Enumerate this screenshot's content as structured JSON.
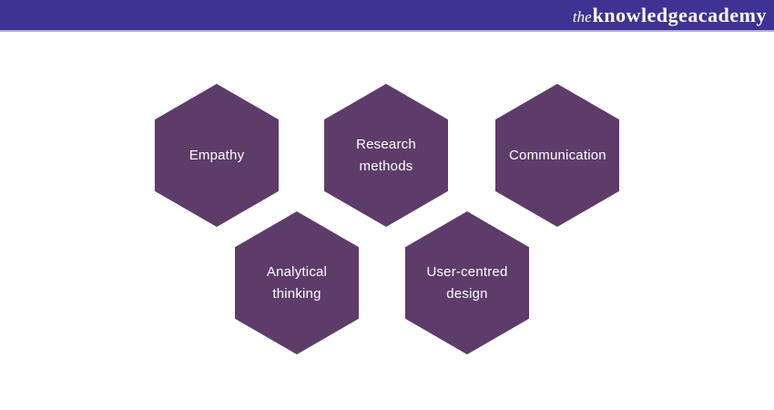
{
  "colors": {
    "page_bg": "#ffffff",
    "header_bg": "#3f3293",
    "header_border": "#b6b0dd",
    "hexagon_fill": "#5d3c6a",
    "hexagon_text": "#ffffff"
  },
  "header": {
    "logo_prefix": "the",
    "logo_name": "knowledgeacademy"
  },
  "diagram": {
    "hexagons": [
      {
        "label": "Empathy"
      },
      {
        "label": "Research methods"
      },
      {
        "label": "Communication"
      },
      {
        "label": "Analytical thinking"
      },
      {
        "label": "User-centred design"
      }
    ]
  }
}
